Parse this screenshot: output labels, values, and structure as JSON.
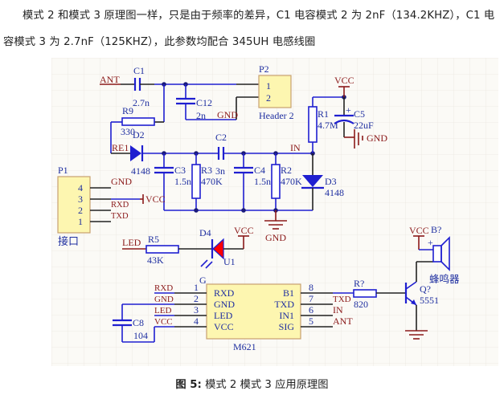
{
  "document": {
    "paragraph_line1": "模式 2 和模式 3 原理图一样，只是由于频率的差异，C1 电容模式 2 为 2nF（134.2KHZ），C1 电",
    "paragraph_line2": "容模式 3 为 2.7nF（125KHZ），此参数均配合 345UH 电感线圈",
    "caption_prefix": "图 5:",
    "caption_text": " 模式 2 模式 3 应用原理图"
  },
  "schematic": {
    "nets": {
      "ant": "ANT",
      "re1": "RE1",
      "in": "IN",
      "gnd": "GND",
      "vcc": "VCC",
      "led": "LED",
      "rxd": "RXD",
      "txd": "TXD"
    },
    "c1": {
      "ref": "C1",
      "value": "2.7n"
    },
    "c12": {
      "ref": "C12",
      "value": "2n"
    },
    "p2": {
      "ref": "P2",
      "name": "Header 2",
      "pins": [
        "1",
        "2"
      ]
    },
    "r9": {
      "ref": "R9",
      "value": "330"
    },
    "d2": {
      "ref": "D2",
      "value": "4148"
    },
    "c2": {
      "ref": "C2",
      "value": "3n"
    },
    "c3": {
      "ref": "C3",
      "value": "1.5n"
    },
    "r3": {
      "ref": "R3",
      "value": "470K"
    },
    "c4": {
      "ref": "C4",
      "value": "1.5n"
    },
    "r2": {
      "ref": "R2",
      "value": "470K"
    },
    "d3": {
      "ref": "D3",
      "value": "4148"
    },
    "r1": {
      "ref": "R1",
      "value": "4.7M"
    },
    "c5": {
      "ref": "C5",
      "value": "22uF",
      "polarity": "+"
    },
    "p1": {
      "ref": "P1",
      "name": "接口",
      "pins": [
        "4",
        "3",
        "2",
        "1"
      ]
    },
    "r5": {
      "ref": "R5",
      "value": "43K"
    },
    "d4": {
      "ref": "D4",
      "value": "U1",
      "color_label": "G",
      "fill": "#ff0000"
    },
    "m621": {
      "name": "M621",
      "left_pins": [
        {
          "num": "1",
          "name": "RXD",
          "net": "RXD"
        },
        {
          "num": "2",
          "name": "GND",
          "net": "GND"
        },
        {
          "num": "3",
          "name": "LED",
          "net": "LED"
        },
        {
          "num": "4",
          "name": "VCC",
          "net": "VCC"
        }
      ],
      "right_pins": [
        {
          "num": "8",
          "name": "B1",
          "net": ""
        },
        {
          "num": "7",
          "name": "TXD",
          "net": "TXD"
        },
        {
          "num": "6",
          "name": "IN1",
          "net": "IN"
        },
        {
          "num": "5",
          "name": "SIG",
          "net": "ANT"
        }
      ]
    },
    "c8": {
      "ref": "C8",
      "value": "104"
    },
    "rq": {
      "ref": "R?",
      "value": "820"
    },
    "q": {
      "ref": "Q?",
      "value": "5551"
    },
    "buzzer": {
      "ref": "B?",
      "name": "蜂鸣器",
      "polarity": "+"
    }
  }
}
